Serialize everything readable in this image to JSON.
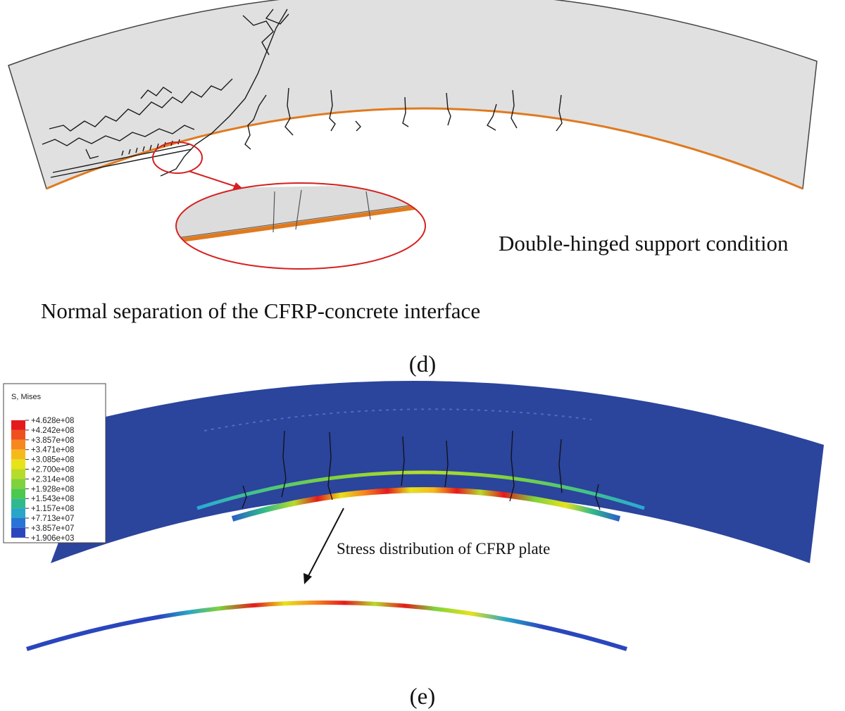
{
  "panel_d": {
    "support_label": "Double-hinged support condition",
    "interface_label": "Normal separation of the CFRP-concrete interface",
    "panel_label": "(d)",
    "colors": {
      "concrete": "#e0e0e0",
      "cfrp": "#e07a1f",
      "highlight": "#d62020",
      "crack": "#1a1a1a"
    }
  },
  "panel_e": {
    "panel_label": "(e)",
    "plate_label": "Stress distribution of CFRP plate",
    "legend": {
      "title": "S, Mises",
      "levels": [
        "+4.628e+08",
        "+4.242e+08",
        "+3.857e+08",
        "+3.471e+08",
        "+3.085e+08",
        "+2.700e+08",
        "+2.314e+08",
        "+1.928e+08",
        "+1.543e+08",
        "+1.157e+08",
        "+7.713e+07",
        "+3.857e+07",
        "+1.906e+03"
      ],
      "colors": [
        "#e41a1c",
        "#f0501e",
        "#f7871f",
        "#f6b91c",
        "#e7e21a",
        "#b6dc2a",
        "#7ed23c",
        "#4cc84e",
        "#2fb98c",
        "#28a5c8",
        "#2b72d6",
        "#2a46bd"
      ]
    },
    "colors": {
      "beam": "#2b449c"
    }
  }
}
